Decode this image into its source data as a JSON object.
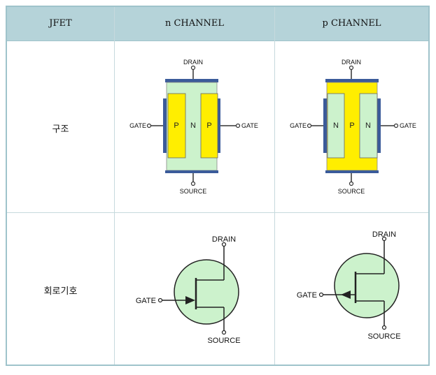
{
  "header": {
    "col1": "JFET",
    "col2": "n CHANNEL",
    "col3": "p CHANNEL"
  },
  "rows": {
    "structure_label": "구조",
    "symbol_label": "회로기호"
  },
  "structure": {
    "n_channel": {
      "drain": "DRAIN",
      "source": "SOURCE",
      "gate_left": "GATE",
      "gate_right": "GATE",
      "regions": [
        "P",
        "N",
        "P"
      ]
    },
    "p_channel": {
      "drain": "DRAIN",
      "source": "SOURCE",
      "gate_left": "GATE",
      "gate_right": "GATE",
      "regions": [
        "N",
        "P",
        "N"
      ]
    }
  },
  "symbol": {
    "n_channel": {
      "drain": "DRAIN",
      "source": "SOURCE",
      "gate": "GATE"
    },
    "p_channel": {
      "drain": "DRAIN",
      "source": "SOURCE",
      "gate": "GATE"
    }
  },
  "colors": {
    "header_bg": "#b5d3d9",
    "yellow": "#ffee00",
    "light_green": "#ccf2cc",
    "plate_blue": "#3b5b9a"
  }
}
